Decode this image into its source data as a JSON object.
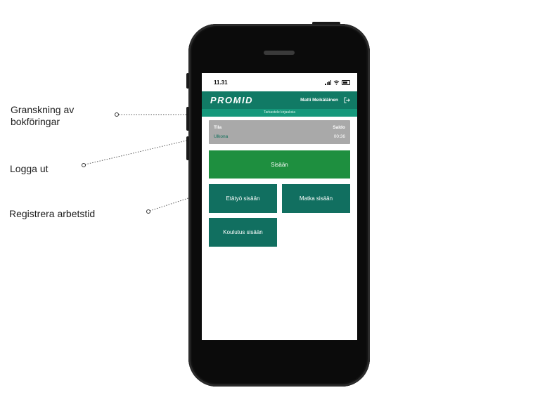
{
  "callouts": {
    "review": "Granskning av\nbokföringar",
    "logout": "Logga ut",
    "register": "Registrera arbetstid"
  },
  "phone": {
    "status_time": "11.31",
    "app": {
      "logo": "PROMID",
      "user_name": "Matti Meikäläinen",
      "subbar_text": "Tarkastele kirjauksia",
      "balance": {
        "header_left": "Tila",
        "header_right": "Saldo",
        "status": "Ulkona",
        "value": "00:36"
      },
      "buttons": {
        "main": "Sisään",
        "remote": "Etätyö sisään",
        "travel": "Matka sisään",
        "training": "Koulutus sisään"
      }
    }
  },
  "colors": {
    "appbar": "#117a65",
    "subbar": "#15987b",
    "main_button": "#1e8f3f",
    "secondary_button": "#116f60",
    "balance_bg": "#a9a9a9"
  },
  "icons": {
    "logout": "logout-icon",
    "signal": "signal-icon",
    "wifi": "wifi-icon",
    "battery": "battery-icon"
  }
}
